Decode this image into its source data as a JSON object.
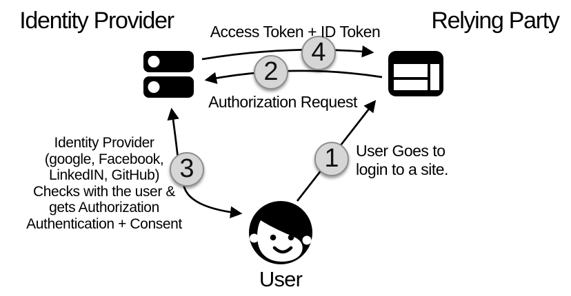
{
  "nodes": {
    "identity_provider": {
      "label": "Identity Provider",
      "icon": "server-icon"
    },
    "relying_party": {
      "label": "Relying Party",
      "icon": "browser-window-icon"
    },
    "user": {
      "label": "User",
      "icon": "person-face-icon"
    }
  },
  "steps": {
    "1": {
      "number": "1",
      "lines": [
        "User Goes to",
        "login to a site."
      ]
    },
    "2": {
      "number": "2",
      "label": "Authorization Request"
    },
    "3": {
      "number": "3",
      "lines": [
        "Identity Provider",
        "(google, Facebook,",
        "LinkedIN, GitHub)",
        "Checks with the user &",
        "gets Authorization",
        "Authentication + Consent"
      ]
    },
    "4": {
      "number": "4",
      "label": "Access Token + ID Token"
    }
  },
  "colors": {
    "background": "#ffffff",
    "ink": "#000000",
    "step_circle_fill": "#d6d6d6",
    "step_circle_border": "#8d8d8d"
  }
}
